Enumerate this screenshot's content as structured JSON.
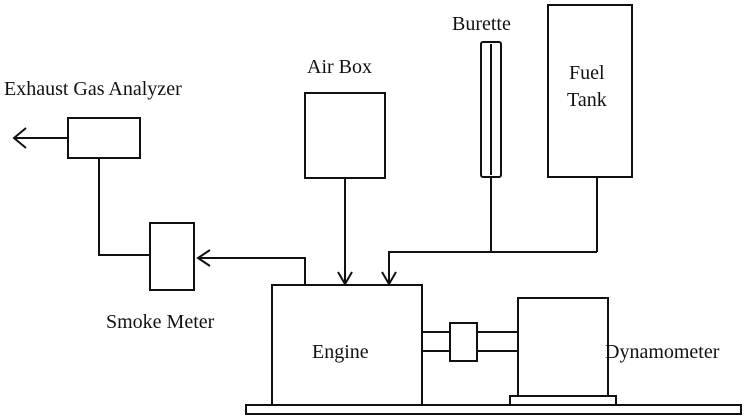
{
  "labels": {
    "exhaust_gas_analyzer": "Exhaust Gas Analyzer",
    "air_box": "Air Box",
    "burette": "Burette",
    "fuel_tank_line1": "Fuel",
    "fuel_tank_line2": "Tank",
    "smoke_meter": "Smoke Meter",
    "engine": "Engine",
    "dynamometer": "Dynamometer"
  }
}
